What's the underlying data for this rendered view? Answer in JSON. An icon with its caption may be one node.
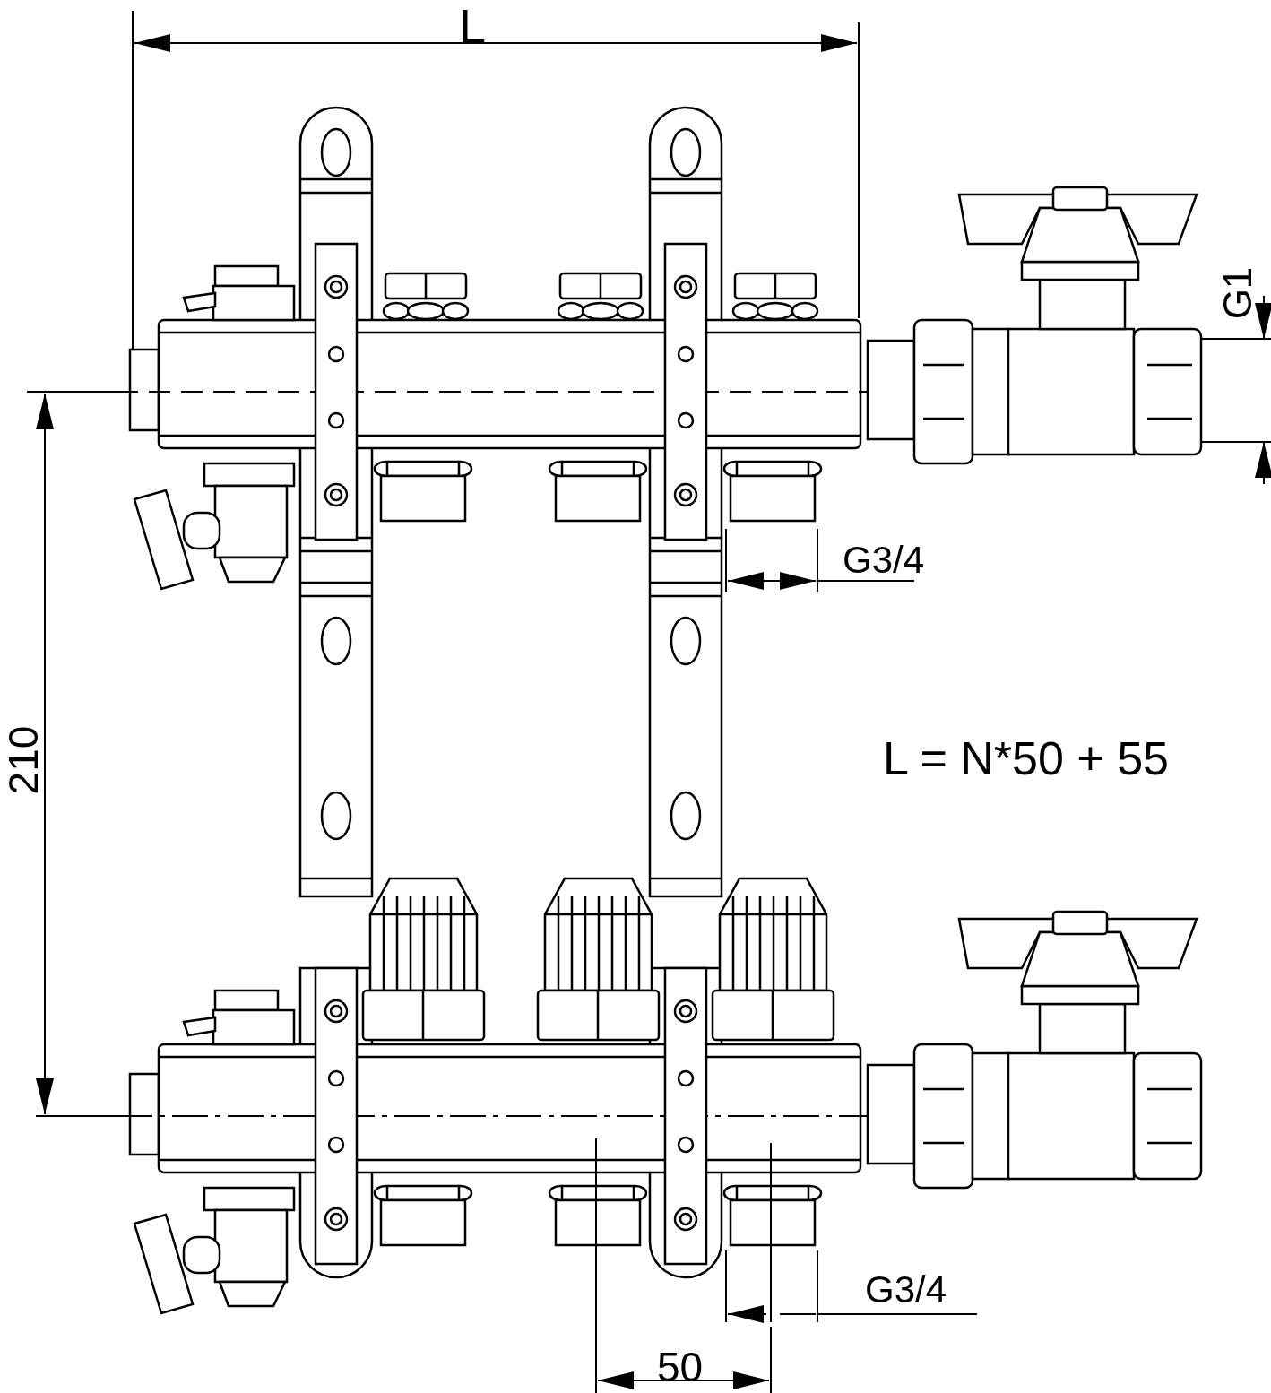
{
  "diagram": {
    "labels": [
      "L",
      "G1",
      "G3/4",
      "210",
      "L = N*50 + 55",
      "G3/4",
      "50"
    ]
  }
}
